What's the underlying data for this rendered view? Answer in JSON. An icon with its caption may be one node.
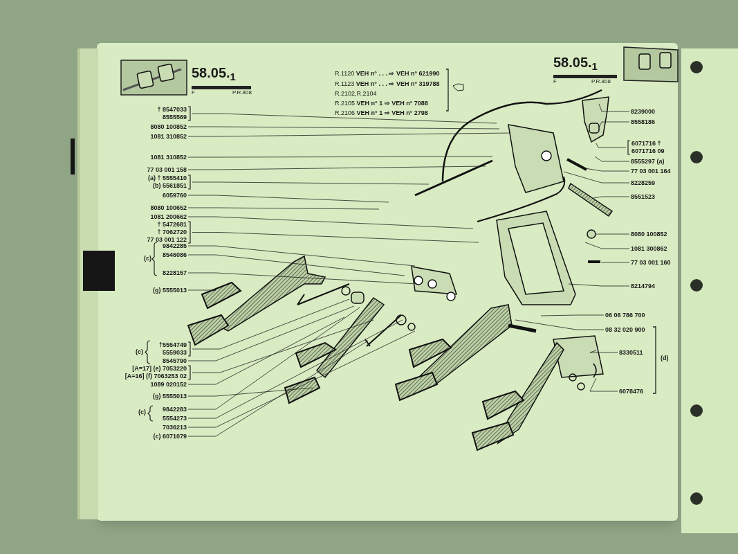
{
  "diagram": {
    "nodes": [
      {
        "text": [
          "† 8547033",
          "8555569"
        ]
      },
      {
        "text": [
          "8080 100852"
        ]
      },
      {
        "text": [
          "1081 310852"
        ]
      },
      {
        "text": [
          "1081 310852"
        ]
      },
      {
        "text": [
          "77 03 001 158"
        ]
      },
      {
        "text": [
          "(a) † 5555410",
          "(b) 5561851"
        ]
      },
      {
        "text": [
          "6059760"
        ]
      },
      {
        "text": [
          "8080 100652"
        ]
      },
      {
        "text": [
          "1081 200662"
        ]
      },
      {
        "text": [
          "† 5472681",
          "† 7062720",
          "77 03 001 122"
        ]
      },
      {
        "text": [
          "9842285"
        ]
      },
      {
        "text": [
          "8546086"
        ]
      },
      {
        "text": [
          "8228157"
        ]
      },
      {
        "text": [
          "(g) 5555013"
        ]
      },
      {
        "text": [
          "†5554749",
          "5559033"
        ]
      },
      {
        "text": [
          "8545790"
        ]
      },
      {
        "text": [
          "[A=17] (e) 7053220",
          "[A=16] (f) 7063253 02"
        ]
      },
      {
        "text": [
          "1089 020152"
        ]
      },
      {
        "text": [
          "(g) 5555013"
        ]
      },
      {
        "text": [
          "9842283"
        ]
      },
      {
        "text": [
          "5554273"
        ]
      },
      {
        "text": [
          "7036213"
        ]
      },
      {
        "text": [
          "(c) 6071079"
        ]
      },
      {
        "text": [
          "8239000"
        ]
      },
      {
        "text": [
          "8558186"
        ]
      },
      {
        "text": [
          "6071716 †",
          "6071716 09"
        ]
      },
      {
        "text": [
          "8555297 (a)"
        ]
      },
      {
        "text": [
          "77 03 001 164"
        ]
      },
      {
        "text": [
          "8228259"
        ]
      },
      {
        "text": [
          "8551523"
        ]
      },
      {
        "text": [
          "8080 100852"
        ]
      },
      {
        "text": [
          "1081 300862"
        ]
      },
      {
        "text": [
          "77 03 001 160"
        ]
      },
      {
        "text": [
          "8214794"
        ]
      },
      {
        "text": [
          "06 06 786 700"
        ]
      },
      {
        "text": [
          "08 32 020 900"
        ]
      },
      {
        "text": [
          "8330511"
        ]
      },
      {
        "text": [
          "6078476"
        ]
      }
    ],
    "edges": [
      {
        "from": 0,
        "to": null,
        "arrow": "none"
      },
      {
        "from": 1,
        "to": null,
        "arrow": "none"
      },
      {
        "from": 2,
        "to": null,
        "arrow": "none"
      },
      {
        "from": 3,
        "to": null,
        "arrow": "none"
      },
      {
        "from": 4,
        "to": null,
        "arrow": "none"
      },
      {
        "from": 5,
        "to": null,
        "arrow": "none"
      },
      {
        "from": 6,
        "to": null,
        "arrow": "none"
      },
      {
        "from": 7,
        "to": null,
        "arrow": "none"
      },
      {
        "from": 8,
        "to": null,
        "arrow": "none"
      },
      {
        "from": 9,
        "to": null,
        "arrow": "none"
      },
      {
        "from": 10,
        "to": null,
        "arrow": "none"
      },
      {
        "from": 11,
        "to": null,
        "arrow": "none"
      },
      {
        "from": 12,
        "to": null,
        "arrow": "none"
      },
      {
        "from": 13,
        "to": null,
        "arrow": "none"
      },
      {
        "from": 14,
        "to": null,
        "arrow": "none"
      },
      {
        "from": 15,
        "to": null,
        "arrow": "none"
      },
      {
        "from": 16,
        "to": null,
        "arrow": "none"
      },
      {
        "from": 17,
        "to": null,
        "arrow": "none"
      },
      {
        "from": 18,
        "to": null,
        "arrow": "none"
      },
      {
        "from": 19,
        "to": null,
        "arrow": "none"
      },
      {
        "from": 20,
        "to": null,
        "arrow": "none"
      },
      {
        "from": 21,
        "to": null,
        "arrow": "none"
      },
      {
        "from": 22,
        "to": null,
        "arrow": "none"
      },
      {
        "from": 23,
        "to": null,
        "arrow": "none"
      },
      {
        "from": 24,
        "to": null,
        "arrow": "none"
      },
      {
        "from": 25,
        "to": null,
        "arrow": "none"
      },
      {
        "from": 26,
        "to": null,
        "arrow": "none"
      },
      {
        "from": 27,
        "to": null,
        "arrow": "none"
      },
      {
        "from": 28,
        "to": null,
        "arrow": "none"
      },
      {
        "from": 29,
        "to": null,
        "arrow": "none"
      },
      {
        "from": 30,
        "to": null,
        "arrow": "none"
      },
      {
        "from": 31,
        "to": null,
        "arrow": "none"
      },
      {
        "from": 32,
        "to": null,
        "arrow": "none"
      },
      {
        "from": 33,
        "to": null,
        "arrow": "none"
      },
      {
        "from": 34,
        "to": null,
        "arrow": "none"
      },
      {
        "from": 35,
        "to": null,
        "arrow": "none"
      },
      {
        "from": 36,
        "to": null,
        "arrow": "none"
      },
      {
        "from": 37,
        "to": null,
        "arrow": "none"
      }
    ],
    "labels": [
      "**58**.05.$_{1}$",
      "F",
      "P.R.808",
      "R.1120 **VEH n° . . . ⇨ VEH n° 621990**",
      "R.1123 **VEH n° . . . ⇨ VEH n° 319788**",
      "R.2102,R.2104",
      "R.2105 **VEH n° 1 ⇨ VEH n° 7088**",
      "R.2106 **VEH n° 1 ⇨ VEH n° 2798**",
      "**58**.05.$_{1}$",
      "F",
      "P.R.808",
      "(c)",
      "(c)",
      "(c)",
      "(d)"
    ]
  }
}
